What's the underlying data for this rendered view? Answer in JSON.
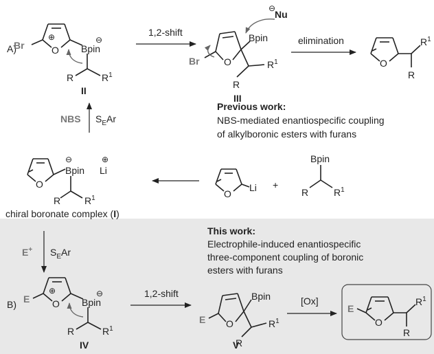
{
  "labels": {
    "row_a": "A)",
    "row_b": "B)",
    "shift_a": "1,2-shift",
    "elimination": "elimination",
    "nbs": "NBS",
    "seh": "S",
    "seh_sub": "E",
    "seh_end": "Ar",
    "previous_title": "Previous work:",
    "previous_line1": "NBS-mediated enantiospecific coupling",
    "previous_line2": "of alkylboronic esters with furans",
    "chiral_prefix": "chiral boronate complex (",
    "chiral_numeral": "I",
    "chiral_suffix": ")",
    "this_title": "This work:",
    "this_line1": "Electrophile-induced enantiospecific",
    "this_line2": "three-component coupling of boronic",
    "this_line3": "esters with furans",
    "electrophile": "E",
    "electrophile_sup": "+",
    "shift_b": "1,2-shift",
    "ox": "[Ox]",
    "plus": "+"
  },
  "atoms": {
    "br": "Br",
    "o": "O",
    "bpin": "Bpin",
    "r": "R",
    "r1": "R",
    "r1_sup": "1",
    "li": "Li",
    "nu": "Nu",
    "e": "E",
    "minus": "⊖",
    "plus_circle": "⊕"
  },
  "compounds": {
    "II": "II",
    "III": "III",
    "IV": "IV",
    "V": "V"
  }
}
